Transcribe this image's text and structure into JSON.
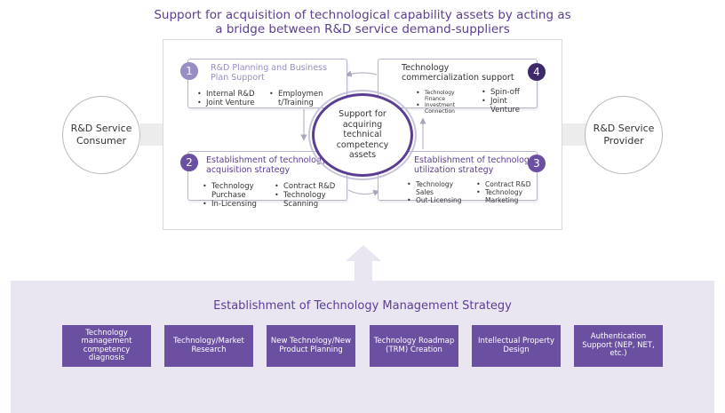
{
  "headline": {
    "line1": "Support for acquisition of technological capability assets by acting as",
    "line2": "a bridge between R&D service demand-suppliers"
  },
  "consumer": {
    "line1": "R&D Service",
    "line2": "Consumer"
  },
  "provider": {
    "line1": "R&D Service",
    "line2": "Provider"
  },
  "hub": {
    "text": "Support for acquiring technical competency assets"
  },
  "colors": {
    "accent": "#5b3d92",
    "box_fill": "#6b4fa0",
    "badge_light": "#9a8cc4",
    "background_band": "#e9e6f2"
  },
  "steps": {
    "s1": {
      "number": "1",
      "title": "R&D Planning and Business\nPlan Support",
      "col1": [
        "Internal R&D",
        "Joint Venture"
      ],
      "col2": [
        "Employmen\nt/Training"
      ]
    },
    "s2": {
      "number": "2",
      "title": "Establishment of technology\nacquisition strategy",
      "col1": [
        "Technology\nPurchase",
        "In-Licensing"
      ],
      "col2": [
        "Contract R&D",
        "Technology\nScanning"
      ]
    },
    "s3": {
      "number": "3",
      "title": "Establishment of technology\nutilization strategy",
      "col1": [
        "Technology\nSales",
        "Out-Licensing"
      ],
      "col2": [
        "Contract R&D",
        "Technology\nMarketing"
      ]
    },
    "s4": {
      "number": "4",
      "title": "Technology\ncommercialization support",
      "col1": [
        "Technology\nFinance",
        "Investment\nConnection"
      ],
      "col2": [
        "Spin-off",
        "Joint\nVenture"
      ]
    }
  },
  "base": {
    "title": "Establishment of Technology Management Strategy",
    "items": [
      "Technology management competency diagnosis",
      "Technology/Market Research",
      "New Technology/New Product Planning",
      "Technology Roadmap (TRM) Creation",
      "Intellectual Property Design",
      "Authentication Support (NEP, NET, etc.)"
    ]
  }
}
